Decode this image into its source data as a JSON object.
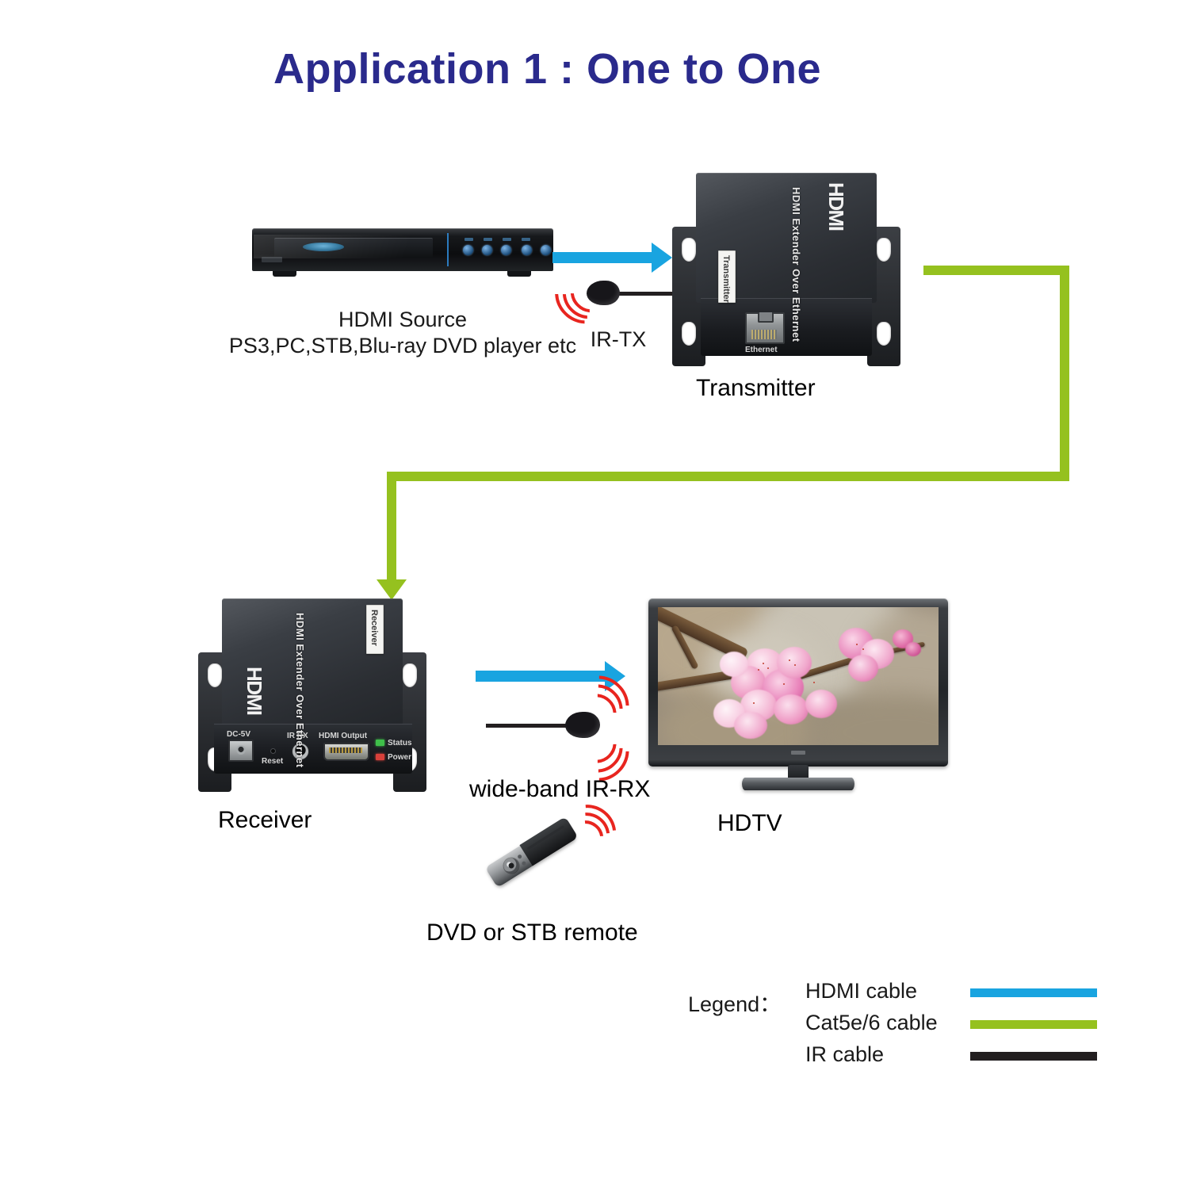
{
  "title": "Application 1 : One to One",
  "source": {
    "label_line1": "HDMI Source",
    "label_line2": "PS3,PC,STB,Blu-ray DVD player etc"
  },
  "ir_tx": {
    "label": "IR-TX"
  },
  "transmitter": {
    "caption": "Transmitter",
    "body_text": "HDMI Extender Over Ethernet",
    "brand_logo": "HDMI",
    "sticker_label": "Transmitter",
    "port_label": "Ethernet"
  },
  "receiver": {
    "caption": "Receiver",
    "body_text": "HDMI Extender Over Ethernet",
    "brand_logo": "HDMI",
    "sticker_label": "Receiver",
    "ports": {
      "dc": "DC-5V",
      "reset": "Reset",
      "ir_rx": "IR RX",
      "hdmi_out": "HDMI Output",
      "status_led": "Status",
      "power_led": "Power"
    }
  },
  "ir_rx": {
    "label": "wide-band IR-RX"
  },
  "remote": {
    "label": "DVD or STB remote"
  },
  "hdtv": {
    "caption": "HDTV"
  },
  "legend": {
    "title": "Legend：",
    "rows": [
      {
        "label": "HDMI cable",
        "color": "#19a4e0"
      },
      {
        "label": "Cat5e/6 cable",
        "color": "#95c11f"
      },
      {
        "label": "IR cable",
        "color": "#231f20"
      }
    ]
  },
  "colors": {
    "title": "#2a2a8c",
    "hdmi": "#19a4e0",
    "cat5e": "#95c11f",
    "ir": "#231f20",
    "ir_wave": "#e8251f",
    "text": "#1a1a1a"
  }
}
